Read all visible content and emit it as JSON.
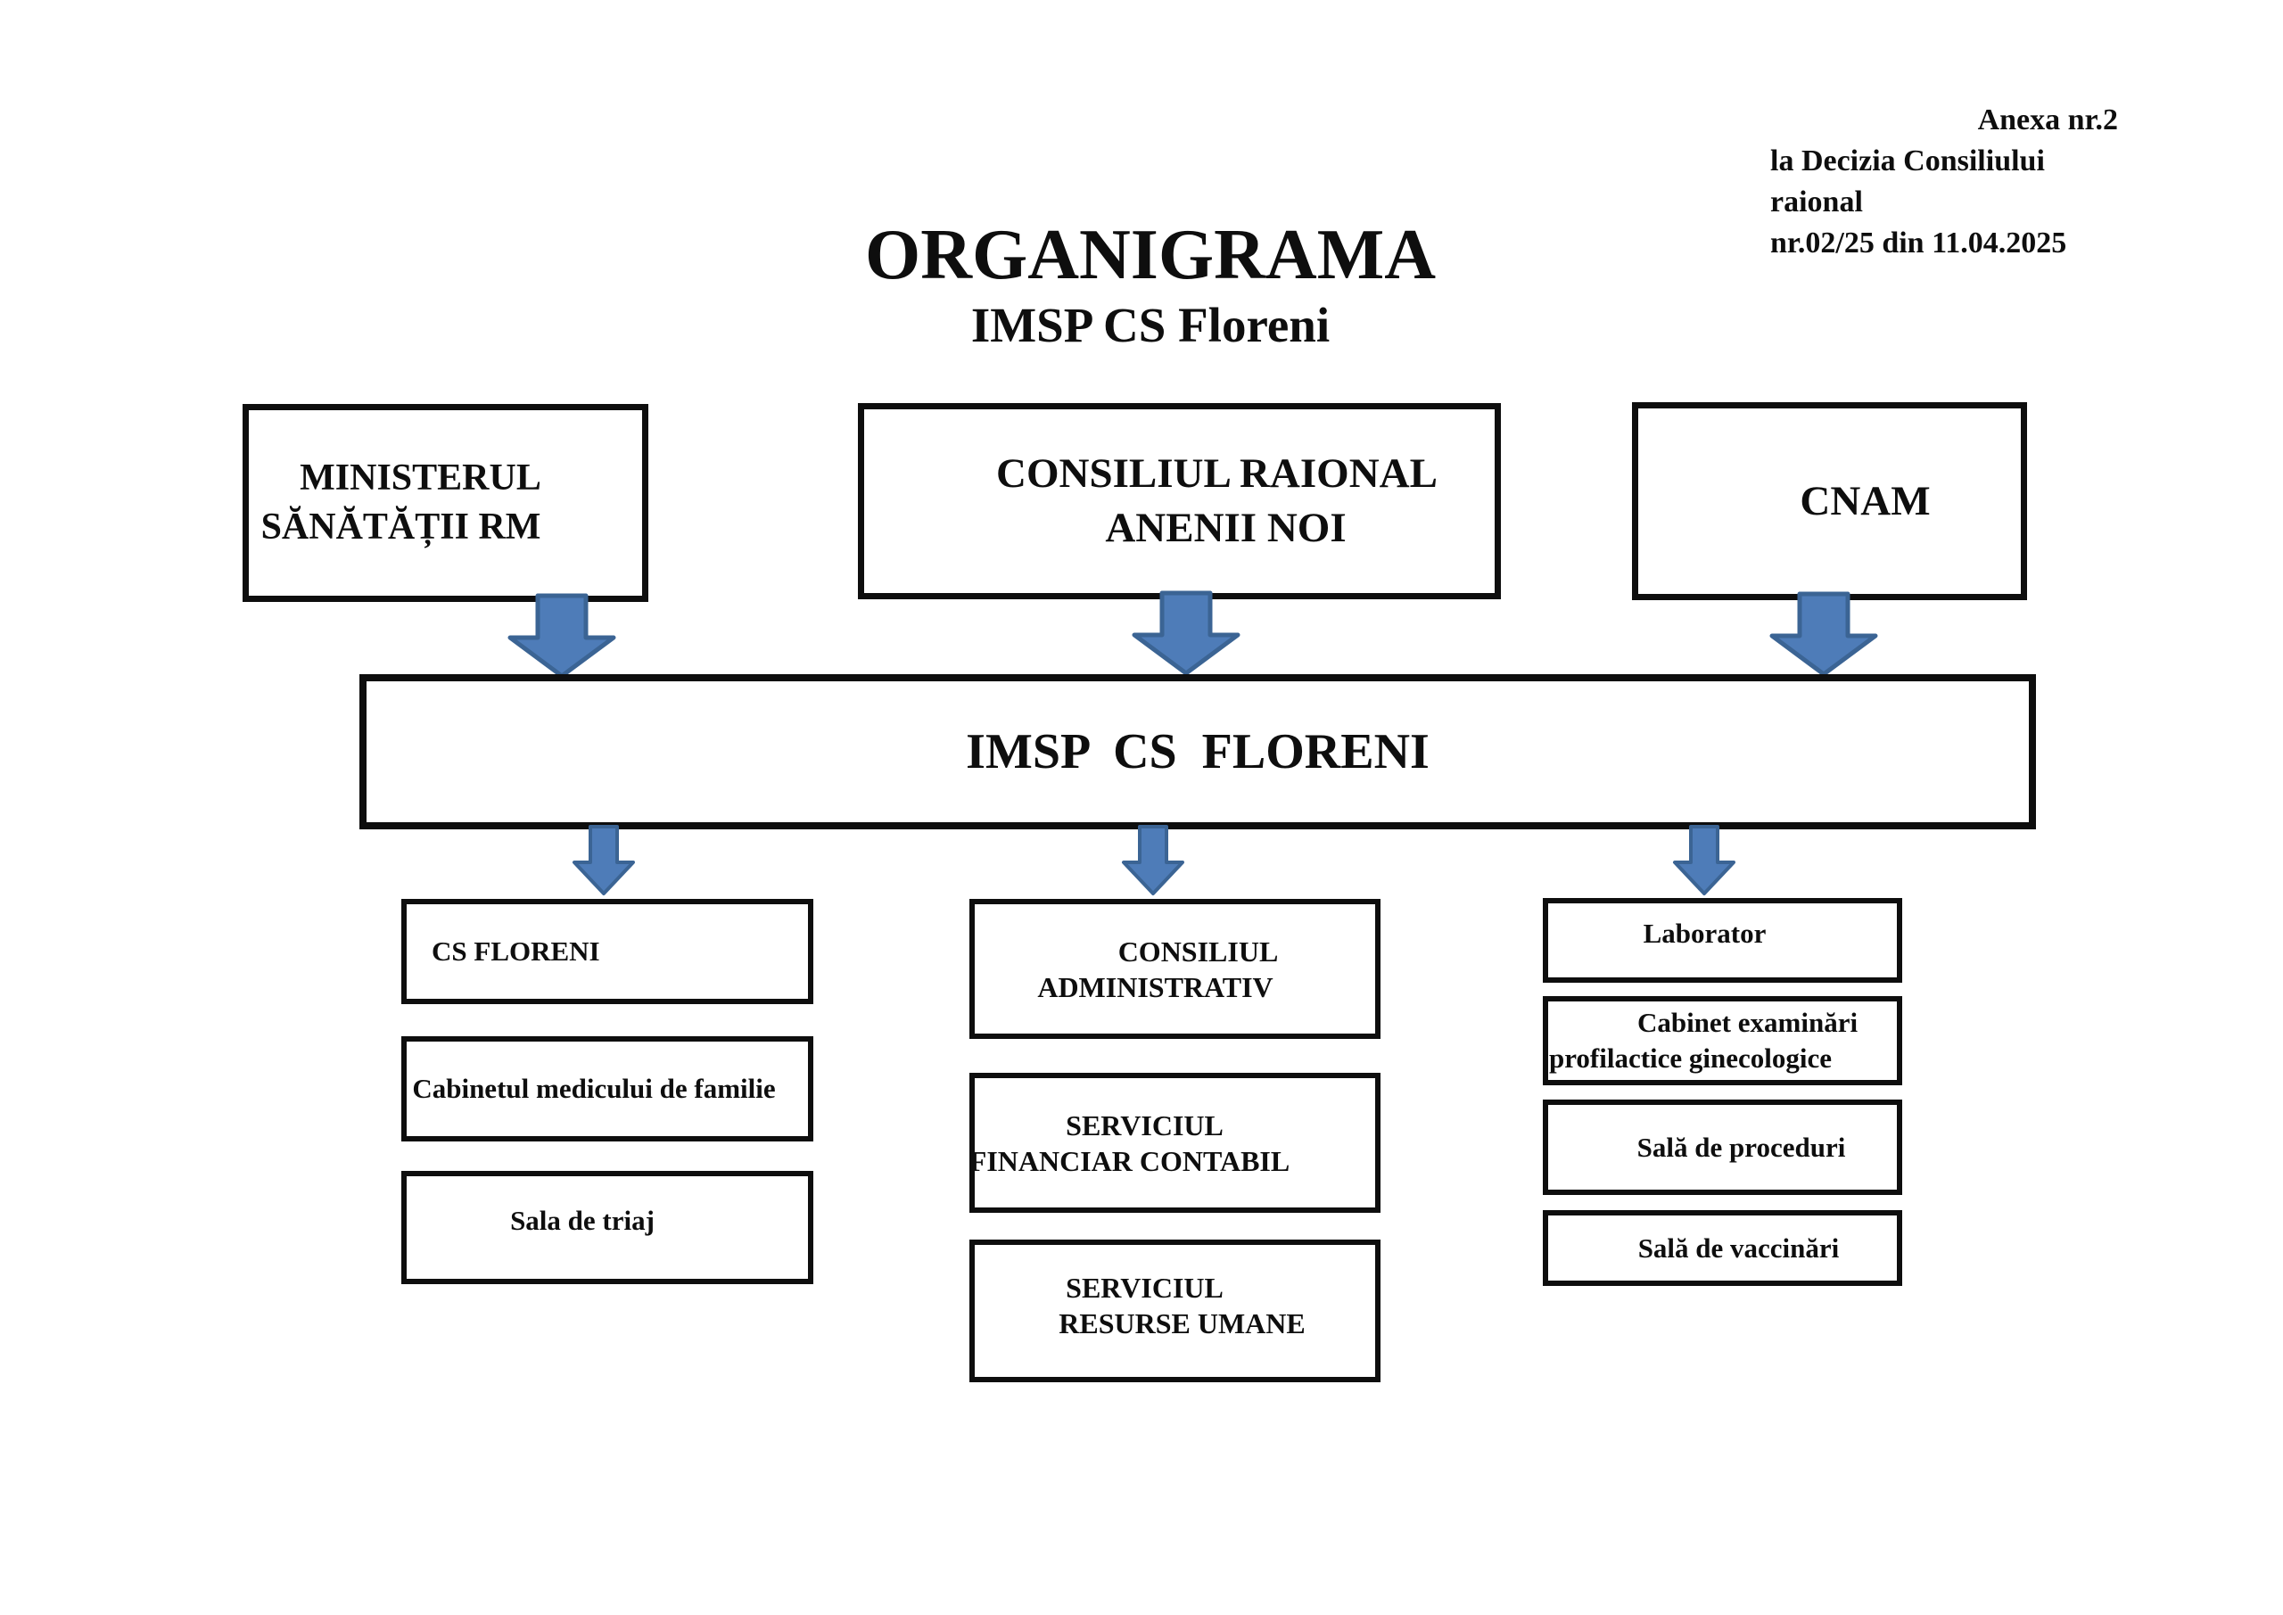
{
  "page": {
    "annotation": [
      "Anexa nr.2",
      "la Decizia Consiliului raional",
      "nr.02/25 din 11.04.2025"
    ],
    "title": "ORGANIGRAMA",
    "subtitle": "IMSP CS Floreni"
  },
  "chart": {
    "top_boxes": [
      {
        "name": "ministerul-sanatatii-rm",
        "lines": [
          "MINISTERUL",
          "SĂNĂTĂȚII RM"
        ]
      },
      {
        "name": "consiliul-raional-anenii-noi",
        "lines": [
          "CONSILIUL RAIONAL",
          "ANENII NOI"
        ]
      },
      {
        "name": "cnam",
        "lines": [
          "CNAM"
        ]
      }
    ],
    "root_box": {
      "label": "IMSP  CS  FLORENI"
    },
    "left_column": [
      {
        "lines": [
          "CS FLORENI"
        ]
      },
      {
        "lines": [
          "Cabinetul medicului de familie"
        ]
      },
      {
        "lines": [
          "Sala de triaj"
        ]
      }
    ],
    "middle_column": [
      {
        "lines": [
          "CONSILIUL",
          "ADMINISTRATIV"
        ]
      },
      {
        "lines": [
          "SERVICIUL",
          "FINANCIAR CONTABIL"
        ]
      },
      {
        "lines": [
          "SERVICIUL",
          "RESURSE UMANE"
        ]
      }
    ],
    "right_column": [
      {
        "lines": [
          "Laborator"
        ]
      },
      {
        "lines": [
          "Cabinet examinări",
          "profilactice ginecologice"
        ]
      },
      {
        "lines": [
          "Sală de proceduri"
        ]
      },
      {
        "lines": [
          "Sală de vaccinări"
        ]
      }
    ]
  },
  "colors": {
    "arrow_fill": "#4E7CB8",
    "arrow_border": "#3B6494",
    "box_border": "#0E0E0E"
  }
}
